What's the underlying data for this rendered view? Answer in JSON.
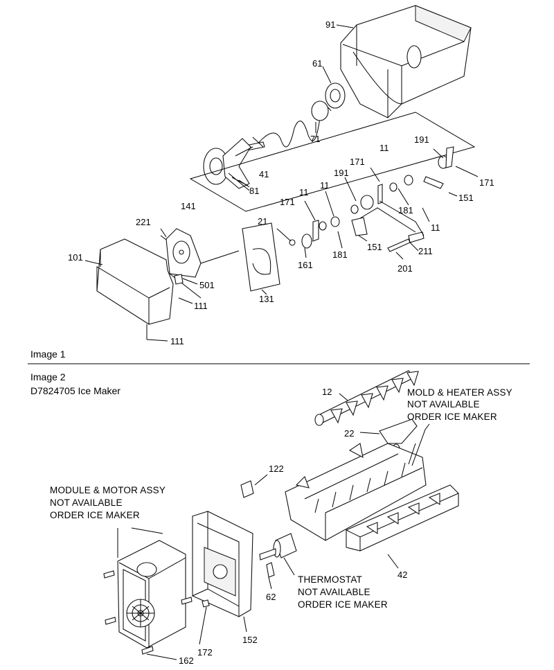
{
  "image1": {
    "caption": "Image 1",
    "labels": [
      "91",
      "61",
      "71",
      "41",
      "81",
      "191",
      "171",
      "11",
      "171",
      "151",
      "181",
      "11",
      "191",
      "11",
      "11",
      "171",
      "181",
      "151",
      "211",
      "201",
      "21",
      "161",
      "131",
      "141",
      "221",
      "101",
      "501",
      "111",
      "111"
    ]
  },
  "image2": {
    "caption": "Image 2",
    "subtitle": "D7824705 Ice Maker",
    "labels": [
      "12",
      "22",
      "122",
      "42",
      "62",
      "152",
      "172",
      "162"
    ],
    "notes": {
      "mold": [
        "MOLD & HEATER ASSY",
        "NOT AVAILABLE",
        "ORDER ICE MAKER"
      ],
      "module": [
        "MODULE & MOTOR ASSY",
        "NOT AVAILABLE",
        "ORDER ICE MAKER"
      ],
      "thermostat": [
        "THERMOSTAT",
        "NOT AVAILABLE",
        "ORDER ICE MAKER"
      ]
    }
  }
}
